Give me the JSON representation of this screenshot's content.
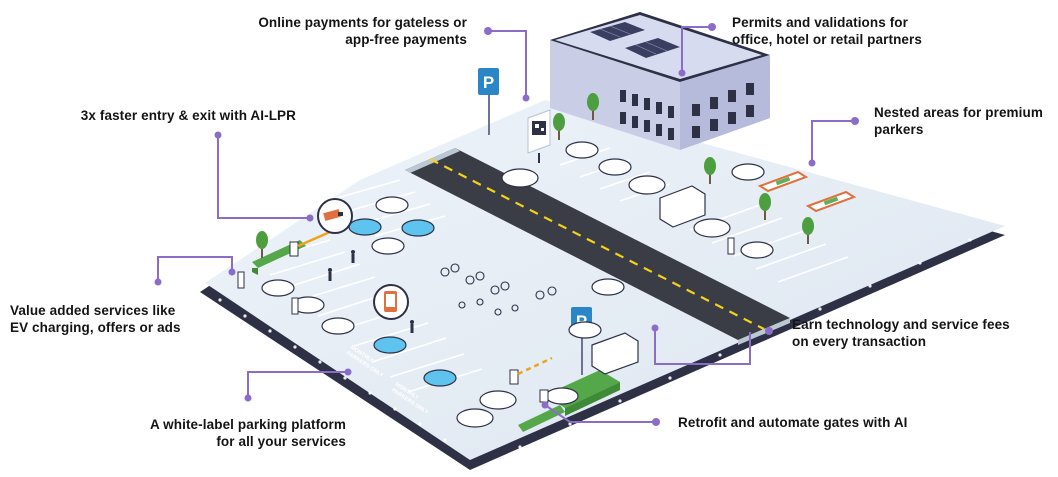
{
  "colors": {
    "accent": "#8b6cc9",
    "asphalt": "#3a3d45",
    "lane_marking": "#f2d21c",
    "lot_floor": "#e6edf5",
    "grass": "#55a84a",
    "building": "#c9cde6"
  },
  "callouts": {
    "online_payments": "Online payments for gateless or\napp-free payments",
    "permits_validations": "Permits and validations for\noffice, hotel or retail partners",
    "ai_lpr": "3x faster entry & exit with AI-LPR",
    "nested_areas": "Nested areas for premium\nparkers",
    "value_added": "Value added services like\nEV charging, offers or ads",
    "earn_fees": "Earn technology and service fees\non every transaction",
    "white_label": "A white-label parking platform\nfor all your services",
    "retrofit_gates": "Retrofit and automate gates with AI"
  },
  "signs": {
    "parking_letter": "P"
  },
  "floor_labels": {
    "monthly_1": "MONTHLY\nPARKERS ONLY",
    "monthly_2": "MONTHLY\nPARKERS ONLY"
  },
  "icons": [
    "parking-sign-icon",
    "lpr-camera-icon",
    "mobile-payment-icon",
    "qr-code-icon",
    "ev-charger-icon",
    "solar-panel-icon"
  ]
}
